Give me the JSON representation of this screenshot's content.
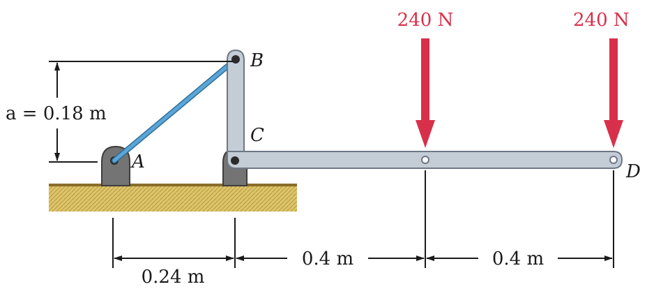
{
  "colors": {
    "force": "#d8304a",
    "link": "#5aa6d6",
    "member": "#c4ccd6",
    "member_edge": "#6d7784",
    "ground": "#d9bf63",
    "support": "#747474",
    "dim": "#1a1a1a"
  },
  "loads": [
    {
      "label": "240 N"
    },
    {
      "label": "240 N"
    }
  ],
  "points": {
    "A": "A",
    "B": "B",
    "C": "C",
    "D": "D"
  },
  "dimensions": {
    "height": "a = 0.18 m",
    "ac": "0.24 m",
    "c_to_load": "0.4 m",
    "load_to_d": "0.4 m"
  }
}
